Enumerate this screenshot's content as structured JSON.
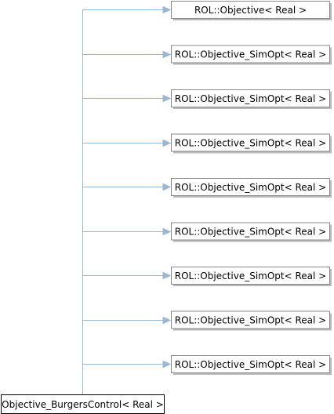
{
  "diagram": {
    "derived_class": {
      "label": "Objective_BurgersControl< Real >"
    },
    "base_classes": [
      {
        "label": "ROL::Objective< Real >"
      },
      {
        "label": "ROL::Objective_SimOpt< Real >"
      },
      {
        "label": "ROL::Objective_SimOpt< Real >"
      },
      {
        "label": "ROL::Objective_SimOpt< Real >"
      },
      {
        "label": "ROL::Objective_SimOpt< Real >"
      },
      {
        "label": "ROL::Objective_SimOpt< Real >"
      },
      {
        "label": "ROL::Objective_SimOpt< Real >"
      },
      {
        "label": "ROL::Objective_SimOpt< Real >"
      },
      {
        "label": "ROL::Objective_SimOpt< Real >"
      }
    ],
    "colors": {
      "edge": "#9ab6d3",
      "box_border": "#8a8a8a",
      "shadow": "#b9b9b9"
    }
  }
}
